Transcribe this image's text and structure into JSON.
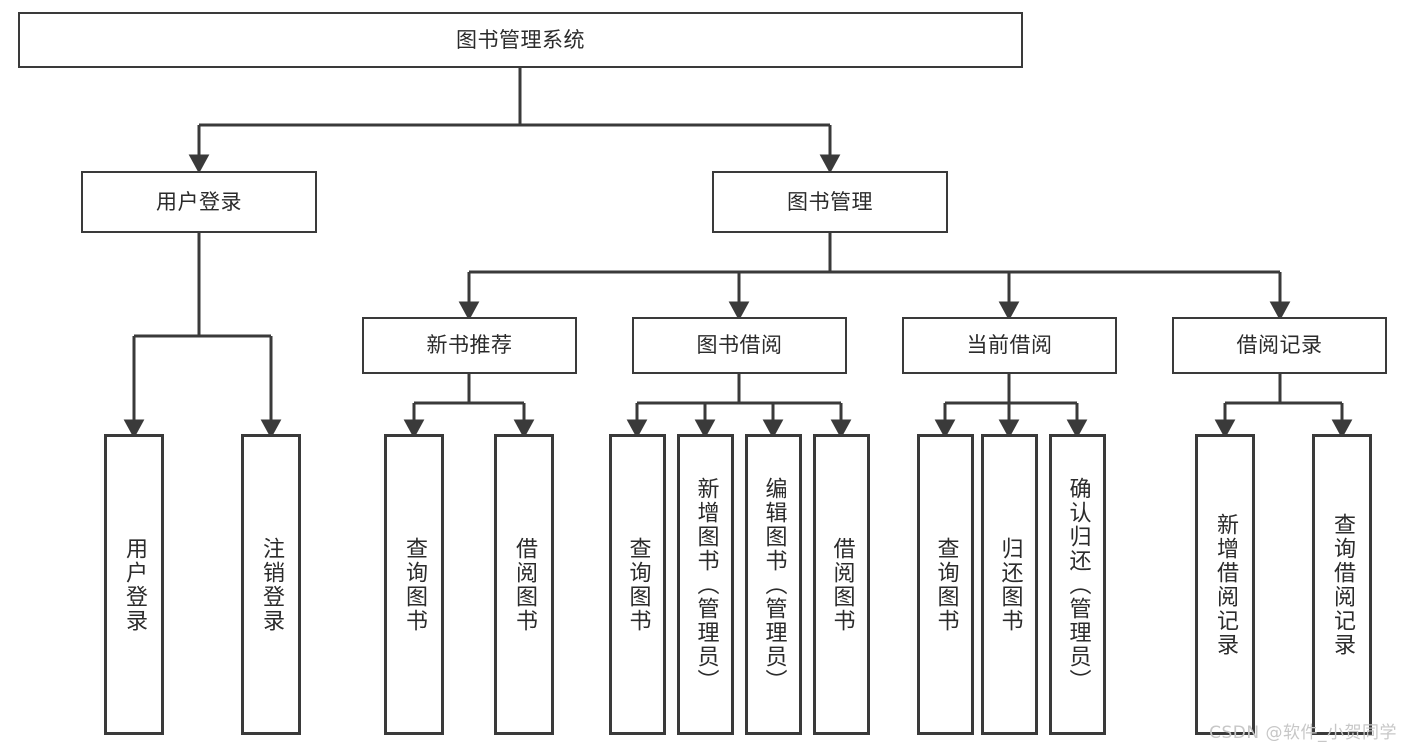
{
  "diagram": {
    "title": "图书管理系统",
    "type": "tree-hierarchy-chart",
    "colors": {
      "background": "#ffffff",
      "stroke": "#3a3a3a",
      "text": "#2b2b2b",
      "watermark": "#c7c7c7"
    },
    "nodes": {
      "root": {
        "label": "图书管理系统",
        "level": 1
      },
      "level2": [
        {
          "label": "用户登录"
        },
        {
          "label": "图书管理"
        }
      ],
      "level3": [
        {
          "label": "新书推荐"
        },
        {
          "label": "图书借阅"
        },
        {
          "label": "当前借阅"
        },
        {
          "label": "借阅记录"
        }
      ],
      "leaves": {
        "user_login": [
          {
            "label": "用户登录"
          },
          {
            "label": "注销登录"
          }
        ],
        "new_book_recommend": [
          {
            "label": "查询图书"
          },
          {
            "label": "借阅图书"
          }
        ],
        "book_borrow": [
          {
            "label": "查询图书"
          },
          {
            "label": "新增图书（管理员）"
          },
          {
            "label": "编辑图书（管理员）"
          },
          {
            "label": "借阅图书"
          }
        ],
        "current_borrow": [
          {
            "label": "查询图书"
          },
          {
            "label": "归还图书"
          },
          {
            "label": "确认归还（管理员）"
          }
        ],
        "borrow_record": [
          {
            "label": "新增借阅记录"
          },
          {
            "label": "查询借阅记录"
          }
        ]
      }
    }
  },
  "watermark": {
    "text": "CSDN @软件_小贺同学"
  }
}
